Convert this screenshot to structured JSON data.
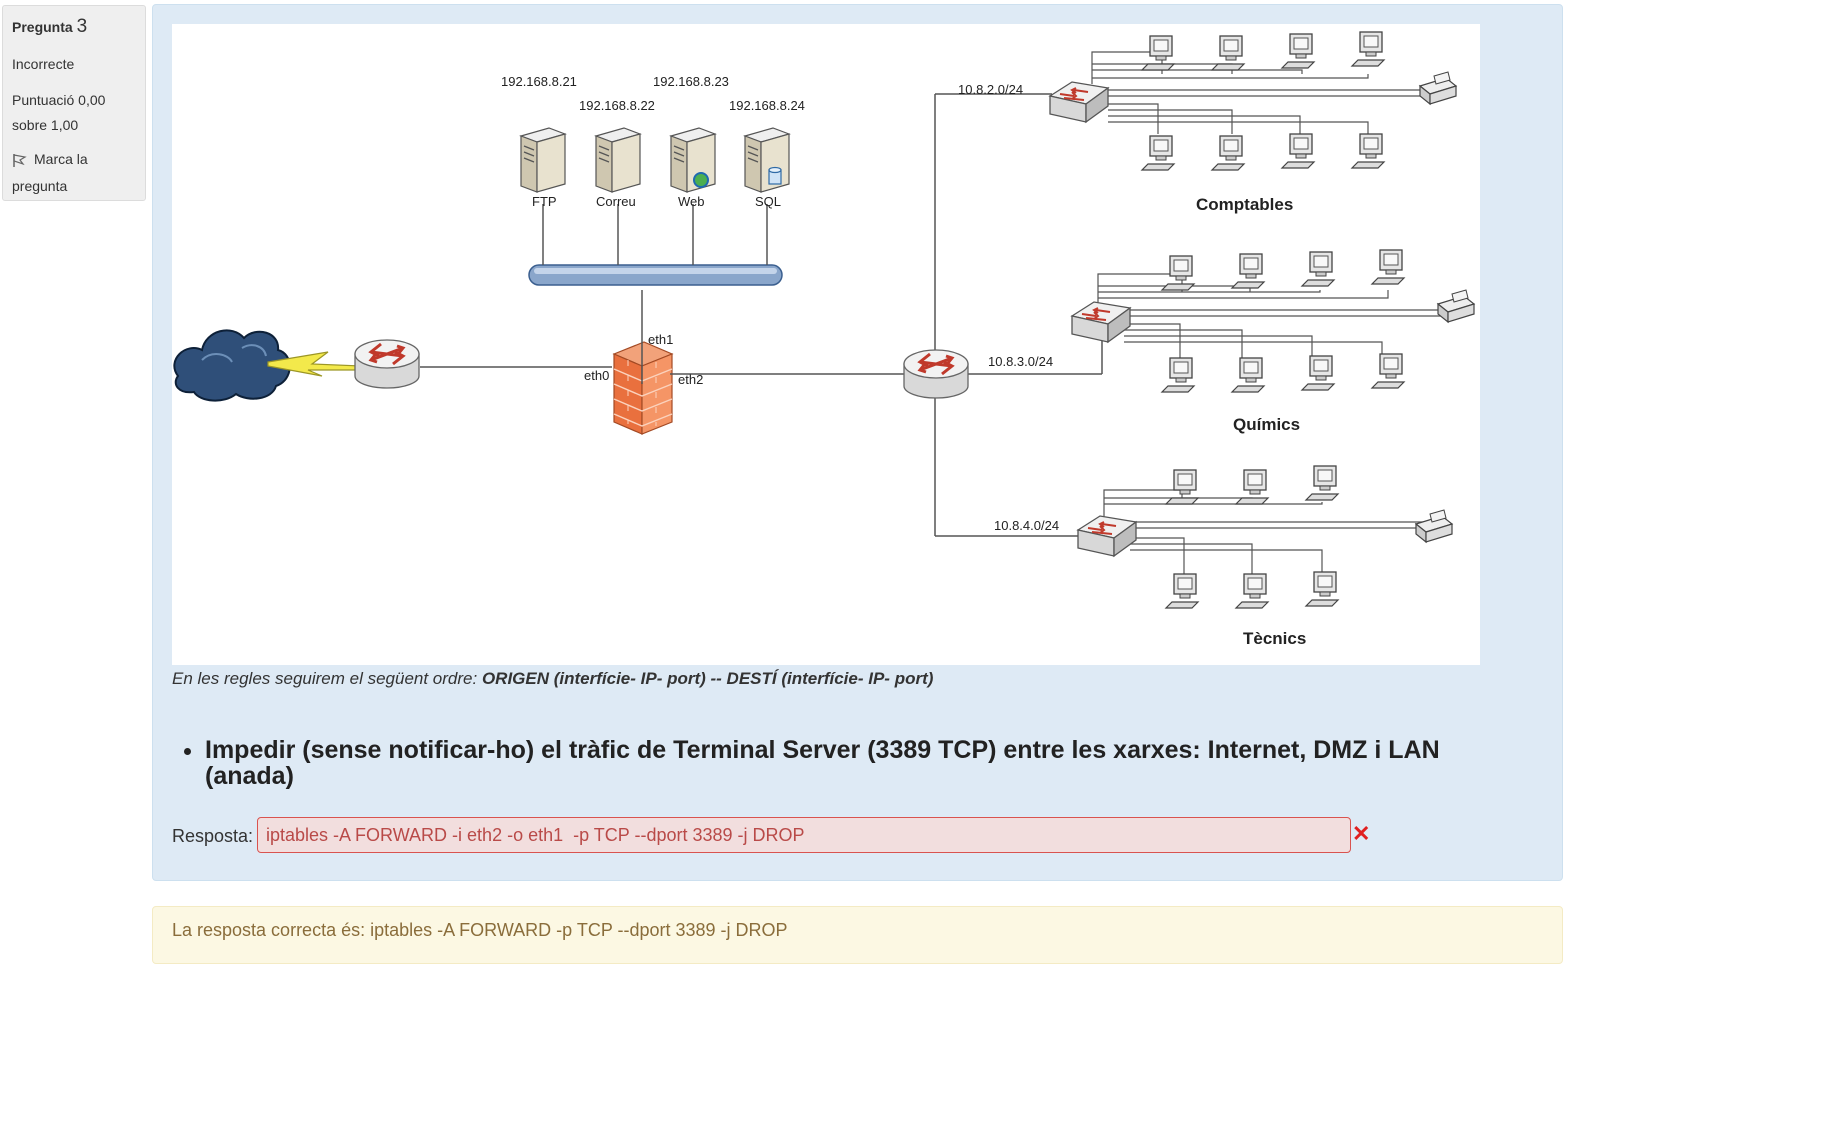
{
  "info": {
    "question_word": "Pregunta",
    "question_number": "3",
    "status": "Incorrecte",
    "grade_line1": "Puntuació 0,00",
    "grade_line2": "sobre 1,00",
    "flag_line1": "Marca la",
    "flag_line2": "pregunta"
  },
  "diagram": {
    "ips": [
      "192.168.8.21",
      "192.168.8.22",
      "192.168.8.23",
      "192.168.8.24"
    ],
    "servers": [
      "FTP",
      "Correu",
      "Web",
      "SQL"
    ],
    "interfaces": {
      "eth0": "eth0",
      "eth1": "eth1",
      "eth2": "eth2"
    },
    "subnets": [
      "10.8.2.0/24",
      "10.8.3.0/24",
      "10.8.4.0/24"
    ],
    "groups": [
      "Comptables",
      "Químics",
      "Tècnics"
    ]
  },
  "caption": {
    "prefix": "En les regles seguirem el següent ordre: ",
    "bold": "ORIGEN (interfície- IP- port) -- DESTÍ (interfície- IP- port)"
  },
  "task": "Impedir (sense notificar-ho) el tràfic de Terminal Server (3389 TCP) entre les xarxes: Internet, DMZ i LAN (anada)",
  "answer": {
    "label": "Resposta:",
    "value": "iptables -A FORWARD -i eth2 -o eth1  -p TCP --dport 3389 -j DROP"
  },
  "feedback": "La resposta correcta és: iptables -A FORWARD -p TCP --dport 3389 -j DROP",
  "colors": {
    "panel": "#deeaf5",
    "error": "#d9534f",
    "feedback_bg": "#fcf8e3"
  }
}
